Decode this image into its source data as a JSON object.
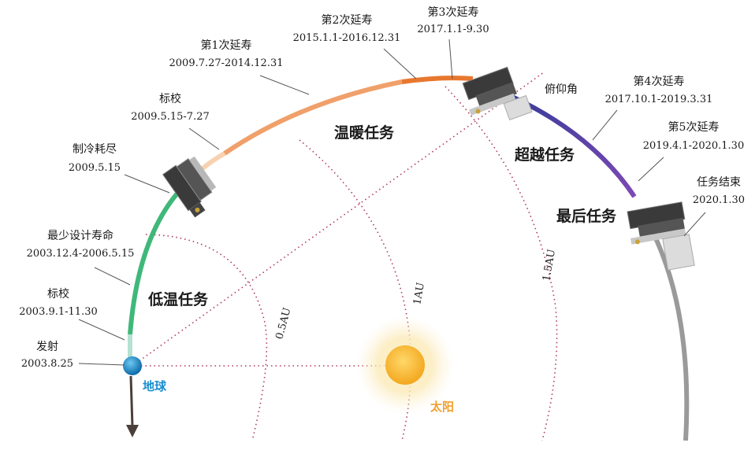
{
  "events": {
    "launch": {
      "title": "发射",
      "date": "2003.8.25"
    },
    "calib1": {
      "title": "标校",
      "date": "2003.9.1-11.30"
    },
    "min_life": {
      "title": "最少设计寿命",
      "date": "2003.12.4-2006.5.15"
    },
    "cryo_out": {
      "title": "制冷耗尽",
      "date": "2009.5.15"
    },
    "calib2": {
      "title": "标校",
      "date": "2009.5.15-7.27"
    },
    "ext1": {
      "title": "第1次延寿",
      "date": "2009.7.27-2014.12.31"
    },
    "ext2": {
      "title": "第2次延寿",
      "date": "2015.1.1-2016.12.31"
    },
    "ext3": {
      "title": "第3次延寿",
      "date": "2017.1.1-9.30"
    },
    "ext4": {
      "title": "第4次延寿",
      "date": "2017.10.1-2019.3.31"
    },
    "ext5": {
      "title": "第5次延寿",
      "date": "2019.4.1-2020.1.30"
    },
    "end": {
      "title": "任务结束",
      "date": "2020.1.30"
    }
  },
  "phases": {
    "cold": "低温任务",
    "warm": "温暖任务",
    "beyond": "超越任务",
    "final": "最后任务"
  },
  "angle_label": "俯仰角",
  "distances": {
    "d05": "0.5AU",
    "d1": "1AU",
    "d15": "1.5AU"
  },
  "bodies": {
    "earth": "地球",
    "sun": "太阳"
  },
  "colors": {
    "cold": "#3fb879",
    "warm": "#f0a06a",
    "warm_dark": "#e8772e",
    "beyond": "#3b3f9c",
    "final": "#8a4bb0",
    "end": "#9a9a9a",
    "earth": "#1a8fd0",
    "sun": "#f5b82a",
    "dotted": "#b03a5a"
  }
}
